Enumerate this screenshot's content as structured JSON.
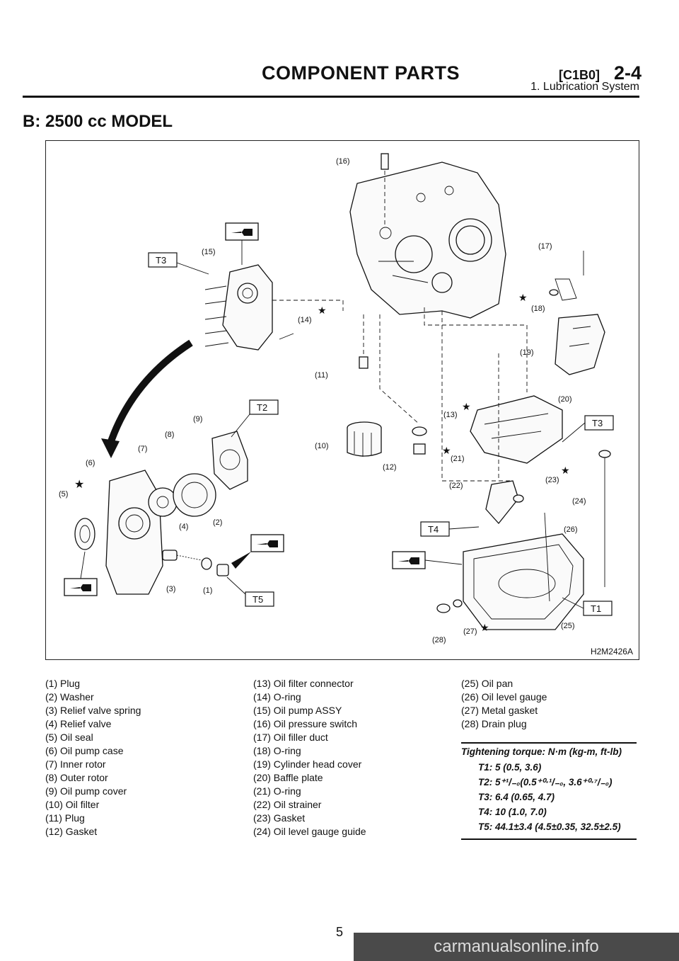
{
  "header": {
    "title": "COMPONENT PARTS",
    "code": "[C1B0]",
    "section_number": "2-4",
    "subtitle": "1. Lubrication System"
  },
  "section_title": "B: 2500 cc MODEL",
  "figure": {
    "id": "H2M2426A",
    "callouts": [
      "(1)",
      "(2)",
      "(3)",
      "(4)",
      "(5)",
      "(6)",
      "(7)",
      "(8)",
      "(9)",
      "(10)",
      "(11)",
      "(12)",
      "(13)",
      "(14)",
      "(15)",
      "(16)",
      "(17)",
      "(18)",
      "(19)",
      "(20)",
      "(21)",
      "(22)",
      "(23)",
      "(24)",
      "(25)",
      "(26)",
      "(27)",
      "(28)"
    ],
    "torque_tags": [
      "T1",
      "T2",
      "T3",
      "T4",
      "T5"
    ]
  },
  "legend": {
    "col1": [
      "(1) Plug",
      "(2) Washer",
      "(3) Relief valve spring",
      "(4) Relief valve",
      "(5) Oil seal",
      "(6) Oil pump case",
      "(7) Inner rotor",
      "(8) Outer rotor",
      "(9) Oil pump cover",
      "(10) Oil filter",
      "(11) Plug",
      "(12) Gasket"
    ],
    "col2": [
      "(13) Oil filter connector",
      "(14) O-ring",
      "(15) Oil pump ASSY",
      "(16) Oil pressure switch",
      "(17) Oil filler duct",
      "(18) O-ring",
      "(19) Cylinder head cover",
      "(20) Baffle plate",
      "(21) O-ring",
      "(22) Oil strainer",
      "(23) Gasket",
      "(24) Oil level gauge guide"
    ],
    "col3": [
      "(25) Oil pan",
      "(26) Oil level gauge",
      "(27) Metal gasket",
      "(28) Drain plug"
    ]
  },
  "torque": {
    "title": "Tightening torque: N·m (kg-m, ft-lb)",
    "values": [
      "T1: 5 (0.5, 3.6)",
      "T2: 5⁺¹/₋₀(0.5⁺⁰·¹/₋₀, 3.6⁺⁰·⁷/₋₀)",
      "T3: 6.4 (0.65, 4.7)",
      "T4: 10 (1.0, 7.0)",
      "T5: 44.1±3.4 (4.5±0.35, 32.5±2.5)"
    ]
  },
  "page_number": "5",
  "watermark": "carmanualsonline.info"
}
